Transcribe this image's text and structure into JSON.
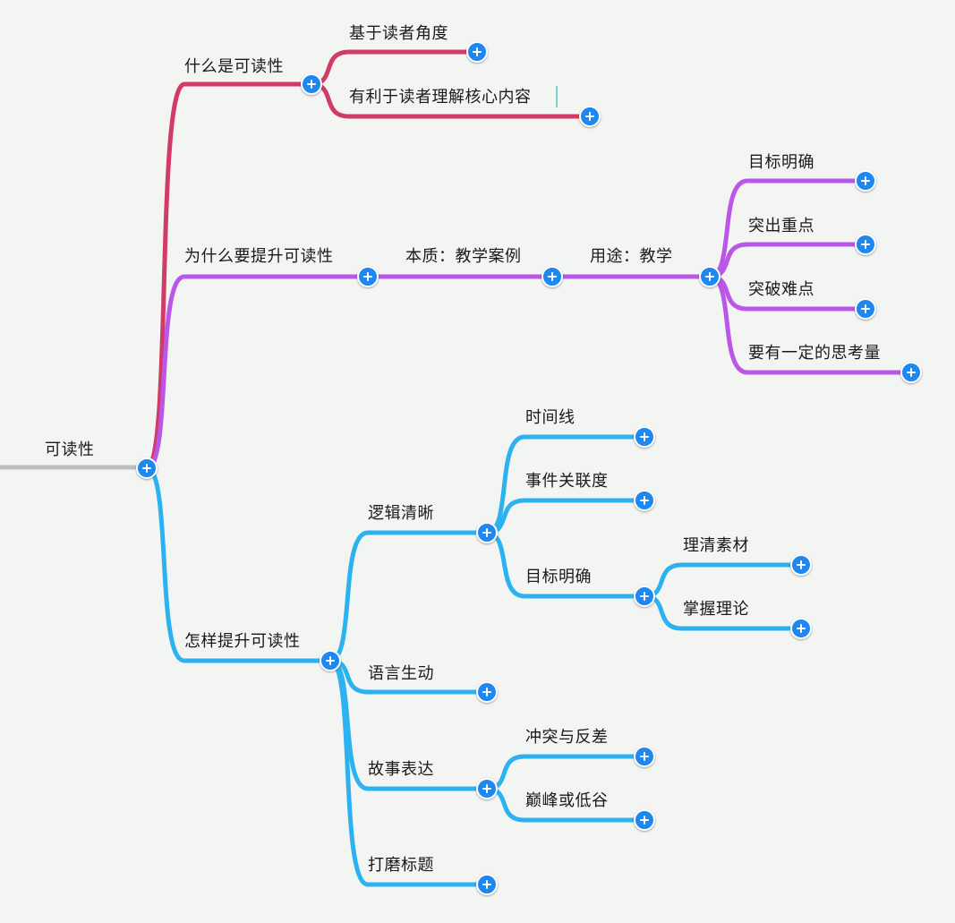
{
  "colors": {
    "what": "#d23a68",
    "why": "#bb57e8",
    "how": "#2cb2f0",
    "root_line": "#bdbdbd",
    "add_button": "#1e88f0"
  },
  "icons": {
    "add": "plus-circle-icon"
  },
  "mindmap": {
    "root": "可读性",
    "what": {
      "label": "什么是可读性",
      "children": [
        "基于读者角度",
        "有利于读者理解核心内容"
      ]
    },
    "why": {
      "label": "为什么要提升可读性",
      "essence": "本质：教学案例",
      "purpose": "用途：教学",
      "children": [
        "目标明确",
        "突出重点",
        "突破难点",
        "要有一定的思考量"
      ]
    },
    "how": {
      "label": "怎样提升可读性",
      "logic": {
        "label": "逻辑清晰",
        "children": [
          "时间线",
          "事件关联度"
        ],
        "goal": {
          "label": "目标明确",
          "children": [
            "理清素材",
            "掌握理论"
          ]
        }
      },
      "language": "语言生动",
      "story": {
        "label": "故事表达",
        "children": [
          "冲突与反差",
          "巅峰或低谷"
        ]
      },
      "title": "打磨标题"
    }
  }
}
